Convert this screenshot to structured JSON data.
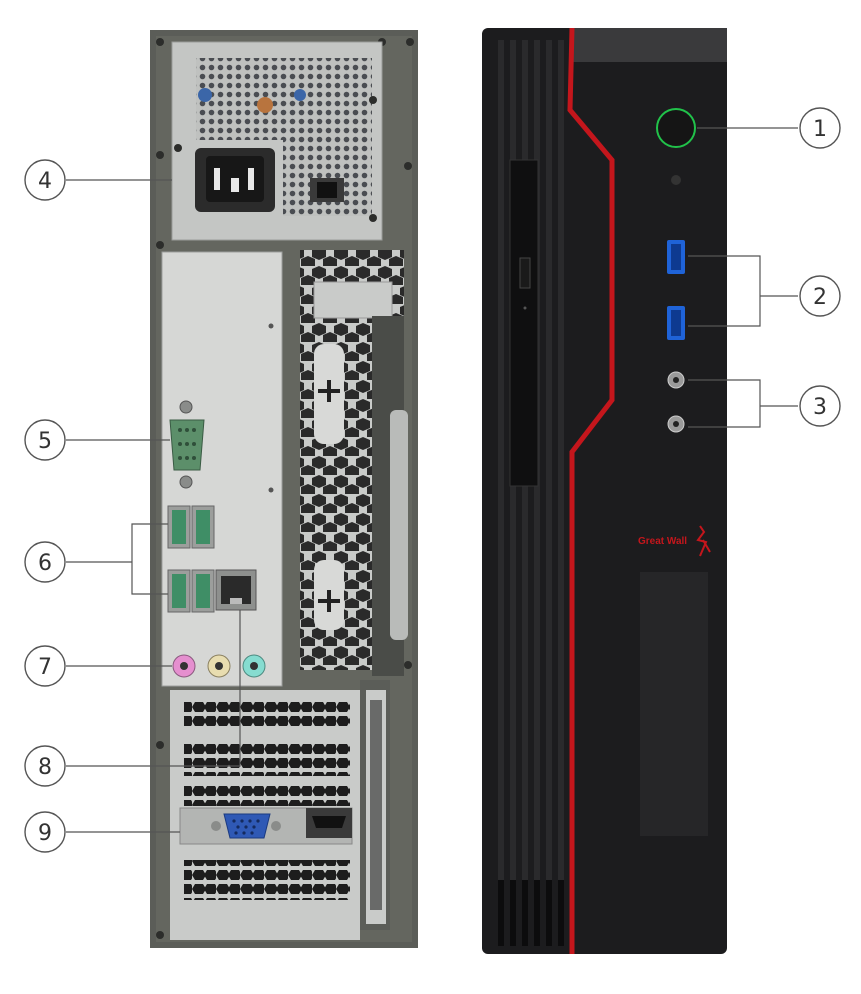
{
  "callouts": [
    {
      "number": "1",
      "target": "power-button"
    },
    {
      "number": "2",
      "target": "front-usb-ports"
    },
    {
      "number": "3",
      "target": "front-audio-jacks"
    },
    {
      "number": "4",
      "target": "power-inlet"
    },
    {
      "number": "5",
      "target": "serial-port"
    },
    {
      "number": "6",
      "target": "rear-usb-ports"
    },
    {
      "number": "7",
      "target": "rear-audio-jacks"
    },
    {
      "number": "8",
      "target": "ethernet-port"
    },
    {
      "number": "9",
      "target": "vga-port"
    }
  ],
  "brand": {
    "logo_text": "Great Wall"
  },
  "colors": {
    "chassis_back": "#5b5d58",
    "panel_metal": "#c9cbc9",
    "front_body": "#1c1c1e",
    "accent_red": "#c4161c",
    "usb_blue": "#1f63d8",
    "power_ring": "#21c24a",
    "callout_line": "#555555"
  }
}
